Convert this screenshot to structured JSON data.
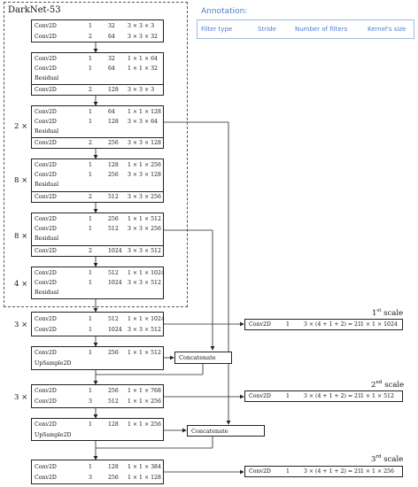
{
  "backbone": {
    "title": "DarkNet-53",
    "blocks": [
      {
        "rows": [
          {
            "type": "Conv2D",
            "stride": "1",
            "filters": "32",
            "size": "3 × 3 × 3"
          },
          {
            "type": "Conv2D",
            "stride": "2",
            "filters": "64",
            "size": "3 × 3 × 32"
          }
        ]
      },
      {
        "rows": [
          {
            "type": "Conv2D",
            "stride": "1",
            "filters": "32",
            "size": "1 × 1 × 64"
          },
          {
            "type": "Conv2D",
            "stride": "1",
            "filters": "64",
            "size": "1 × 1 × 32"
          },
          {
            "type": "Residual",
            "stride": "",
            "filters": "",
            "size": ""
          },
          {
            "type": "Conv2D",
            "stride": "2",
            "filters": "128",
            "size": "3 × 3 × 3"
          }
        ]
      },
      {
        "mult": "2 ×",
        "rows": [
          {
            "type": "Conv2D",
            "stride": "1",
            "filters": "64",
            "size": "1 × 1 × 128"
          },
          {
            "type": "Conv2D",
            "stride": "1",
            "filters": "128",
            "size": "3 × 3 × 64"
          },
          {
            "type": "Residual",
            "stride": "",
            "filters": "",
            "size": ""
          },
          {
            "type": "Conv2D",
            "stride": "2",
            "filters": "256",
            "size": "3 × 3 × 128"
          }
        ]
      },
      {
        "mult": "8 ×",
        "rows": [
          {
            "type": "Conv2D",
            "stride": "1",
            "filters": "128",
            "size": "1 × 1 × 256"
          },
          {
            "type": "Conv2D",
            "stride": "1",
            "filters": "256",
            "size": "3 × 3 × 128"
          },
          {
            "type": "Residual",
            "stride": "",
            "filters": "",
            "size": ""
          },
          {
            "type": "Conv2D",
            "stride": "2",
            "filters": "512",
            "size": "3 × 3 × 256"
          }
        ]
      },
      {
        "mult": "8 ×",
        "rows": [
          {
            "type": "Conv2D",
            "stride": "1",
            "filters": "256",
            "size": "1 × 1 × 512"
          },
          {
            "type": "Conv2D",
            "stride": "1",
            "filters": "512",
            "size": "3 × 3 × 256"
          },
          {
            "type": "Residual",
            "stride": "",
            "filters": "",
            "size": ""
          },
          {
            "type": "Conv2D",
            "stride": "2",
            "filters": "1024",
            "size": "3 × 3 × 512"
          }
        ]
      },
      {
        "mult": "4 ×",
        "rows": [
          {
            "type": "Conv2D",
            "stride": "1",
            "filters": "512",
            "size": "1 × 1 × 1024"
          },
          {
            "type": "Conv2D",
            "stride": "1",
            "filters": "1024",
            "size": "3 × 3 × 512"
          },
          {
            "type": "Residual",
            "stride": "",
            "filters": "",
            "size": ""
          }
        ]
      }
    ]
  },
  "head": {
    "blocks": [
      {
        "mult": "3 ×",
        "rows": [
          {
            "type": "Conv2D",
            "stride": "1",
            "filters": "512",
            "size": "1 × 1 × 1024"
          },
          {
            "type": "Conv2D",
            "stride": "1",
            "filters": "1024",
            "size": "3 × 3 × 512"
          }
        ]
      },
      {
        "rows": [
          {
            "type": "Conv2D",
            "stride": "1",
            "filters": "256",
            "size": "1 × 1 × 512"
          },
          {
            "type": "UpSample2D",
            "stride": "",
            "filters": "",
            "size": ""
          }
        ]
      },
      {
        "mult": "3 ×",
        "rows": [
          {
            "type": "Conv2D",
            "stride": "1",
            "filters": "256",
            "size": "1 × 1 × 768"
          },
          {
            "type": "Conv2D",
            "stride": "3",
            "filters": "512",
            "size": "1 × 1 × 256"
          }
        ]
      },
      {
        "rows": [
          {
            "type": "Conv2D",
            "stride": "1",
            "filters": "128",
            "size": "1 × 1 × 256"
          },
          {
            "type": "UpSample2D",
            "stride": "",
            "filters": "",
            "size": ""
          }
        ]
      },
      {
        "rows": [
          {
            "type": "Conv2D",
            "stride": "1",
            "filters": "128",
            "size": "1 × 1 × 384"
          },
          {
            "type": "Conv2D",
            "stride": "3",
            "filters": "256",
            "size": "1 × 1 × 128"
          }
        ]
      }
    ],
    "concat_label": "Concatenate"
  },
  "scales": [
    {
      "label": "1",
      "sup": "st",
      "suffix": " scale",
      "type": "Conv2D",
      "stride": "1",
      "filters": "3 × (4 + 1 + 2) = 21",
      "size": "1 × 1 × 1024"
    },
    {
      "label": "2",
      "sup": "nd",
      "suffix": " scale",
      "type": "Conv2D",
      "stride": "1",
      "filters": "3 × (4 + 1 + 2) = 21",
      "size": "1 × 1 × 512"
    },
    {
      "label": "3",
      "sup": "rd",
      "suffix": " scale",
      "type": "Conv2D",
      "stride": "1",
      "filters": "3 × (4 + 1 + 2) = 21",
      "size": "1 × 1 × 256"
    }
  ],
  "annotation": {
    "title": "Annotation:",
    "columns": [
      "Filter type",
      "Stride",
      "Number of filters",
      "Kernel's size"
    ]
  },
  "colors": {
    "annotation": "#4f7bd0",
    "border": "#222222"
  }
}
